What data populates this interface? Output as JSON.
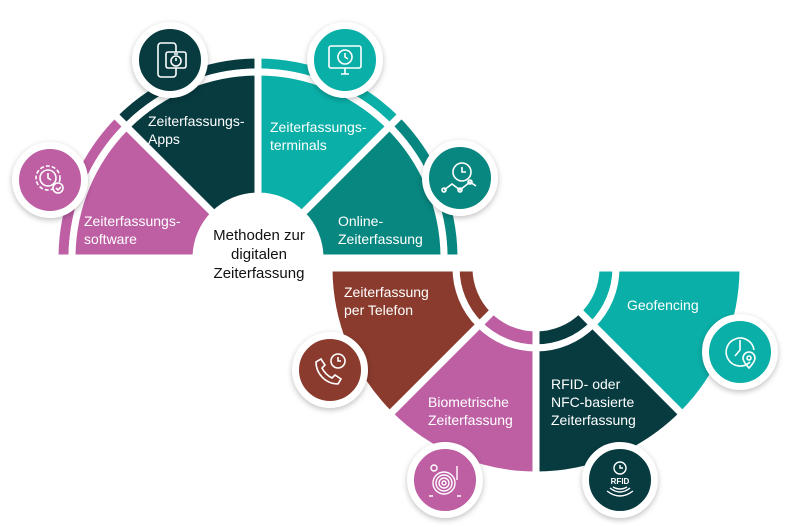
{
  "title": "Methoden zur\ndigitalen\nZeiterfassung",
  "colors": {
    "pink": "#BE5FA4",
    "dark_teal": "#073B40",
    "teal": "#0AB0A8",
    "mid_teal": "#07877F",
    "brown": "#8A3B2D"
  },
  "segments": [
    {
      "label": "Zeiterfassungs-\nsoftware",
      "icon": "gear-clock-icon"
    },
    {
      "label": "Zeiterfassungs-\nApps",
      "icon": "smartphone-stopwatch-icon"
    },
    {
      "label": "Zeiterfassungs-\nterminals",
      "icon": "monitor-clock-icon"
    },
    {
      "label": "Online-\nZeiterfassung",
      "icon": "clock-graph-icon"
    },
    {
      "label": "Zeiterfassung\nper Telefon",
      "icon": "phone-clock-icon"
    },
    {
      "label": "Biometrische\nZeiterfassung",
      "icon": "fingerprint-icon"
    },
    {
      "label": "RFID- oder\nNFC-basierte\nZeiterfassung",
      "icon": "rfid-icon",
      "icon_text": "RFID"
    },
    {
      "label": "Geofencing",
      "icon": "clock-location-icon"
    }
  ]
}
